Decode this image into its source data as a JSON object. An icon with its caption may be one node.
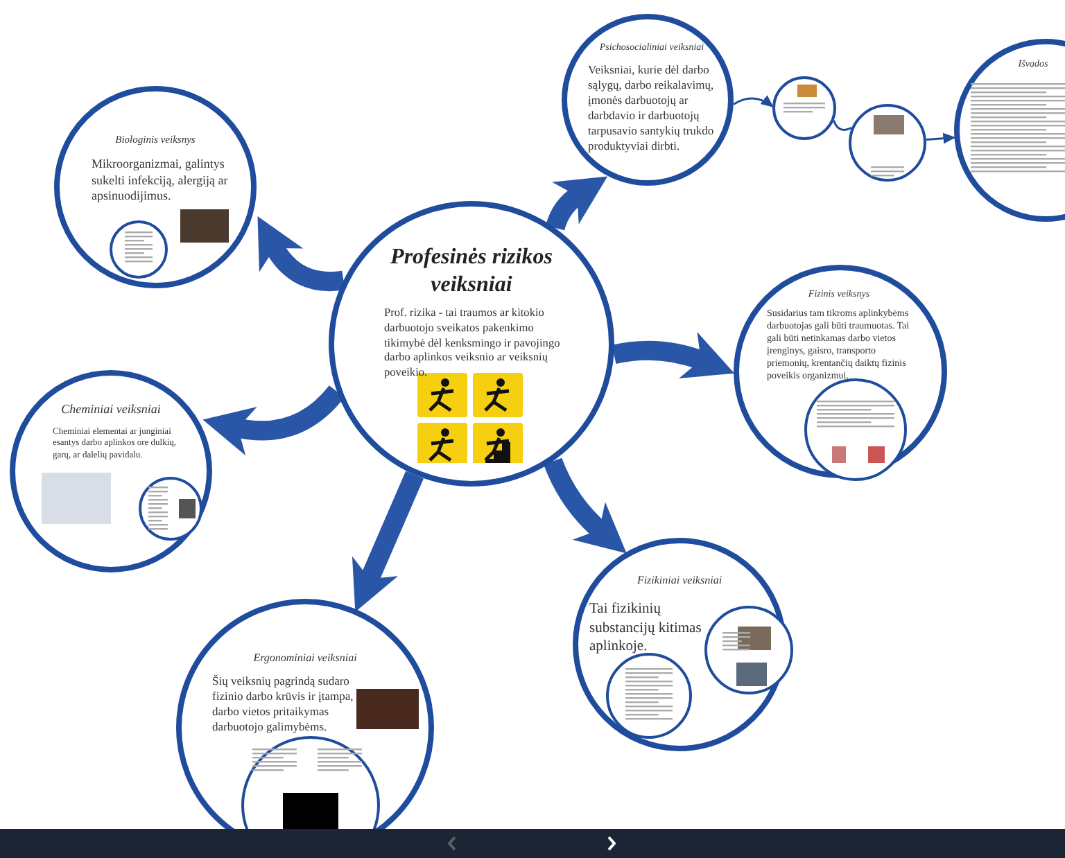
{
  "diagram": {
    "nodes": [
      {
        "text": [
          "Profesinės rizikos veiksniai",
          "Prof. rizika - tai traumos ar kitokio darbuotojo sveikatos pakenkimo tikimybė dėl kenksmingo ir pavojingo darbo aplinkos veiksnio ar veiksnių poveikio."
        ]
      },
      {
        "text": [
          "Biologinis veiksnys",
          "Mikroorganizmai, galintys sukelti infekciją, alergiją ar apsinuodijimus."
        ]
      },
      {
        "text": [],
        "shape": "circle",
        "in": 1
      },
      {
        "text": [
          "Psichosocialiniai veiksniai",
          "Veiksniai, kurie dėl darbo sąlygų, darbo reikalavimų, įmonės darbuotojų ar darbdavio ir darbuotojų tarpusavio santykių trukdo produktyviai dirbti."
        ]
      },
      {
        "text": [],
        "shape": "circle"
      },
      {
        "text": [],
        "shape": "circle"
      },
      {
        "text": [
          "Išvados"
        ]
      },
      {
        "text": [
          "Fizinis veiksnys",
          "Susidarius tam tikroms aplinkybėms darbuotojas gali būti traumuotas. Tai gali būti netinkamas darbo vietos įrenginys, gaisro, transporto priemonių, krentančių daiktų fizinis poveikis organizmui."
        ]
      },
      {
        "text": [],
        "shape": "circle",
        "in": 7
      },
      {
        "text": [
          "Cheminiai veiksniai",
          "Cheminiai elementai ar junginiai esantys darbo aplinkos ore dulkių, garų, ar dalelių pavidalu."
        ]
      },
      {
        "text": [],
        "shape": "circle",
        "in": 9
      },
      {
        "text": [
          "Fizikiniai veiksniai",
          "Tai fizikinių substancijų kitimas aplinkoje."
        ]
      },
      {
        "text": [],
        "shape": "circle",
        "in": 11
      },
      {
        "text": [],
        "shape": "circle",
        "in": 11
      },
      {
        "text": [
          "Ergonominiai veiksniai",
          "Šių veiksnių pagrindą sudaro fizinio darbo krūvis ir įtampa, darbo vietos pritaikymas darbuotojo galimybėms."
        ]
      },
      {
        "text": [],
        "shape": "circle",
        "in": 14
      }
    ],
    "edges": [
      {
        "from": 0,
        "to": 1,
        "arrow": "to"
      },
      {
        "from": 0,
        "to": 3,
        "arrow": "to"
      },
      {
        "from": 3,
        "to": 4,
        "arrow": "to"
      },
      {
        "from": 4,
        "to": 5,
        "arrow": "none"
      },
      {
        "from": 5,
        "to": 6,
        "arrow": "to"
      },
      {
        "from": 0,
        "to": 7,
        "arrow": "to"
      },
      {
        "from": 0,
        "to": 9,
        "arrow": "to"
      },
      {
        "from": 0,
        "to": 11,
        "arrow": "to"
      },
      {
        "from": 0,
        "to": 14,
        "arrow": "to"
      }
    ]
  }
}
